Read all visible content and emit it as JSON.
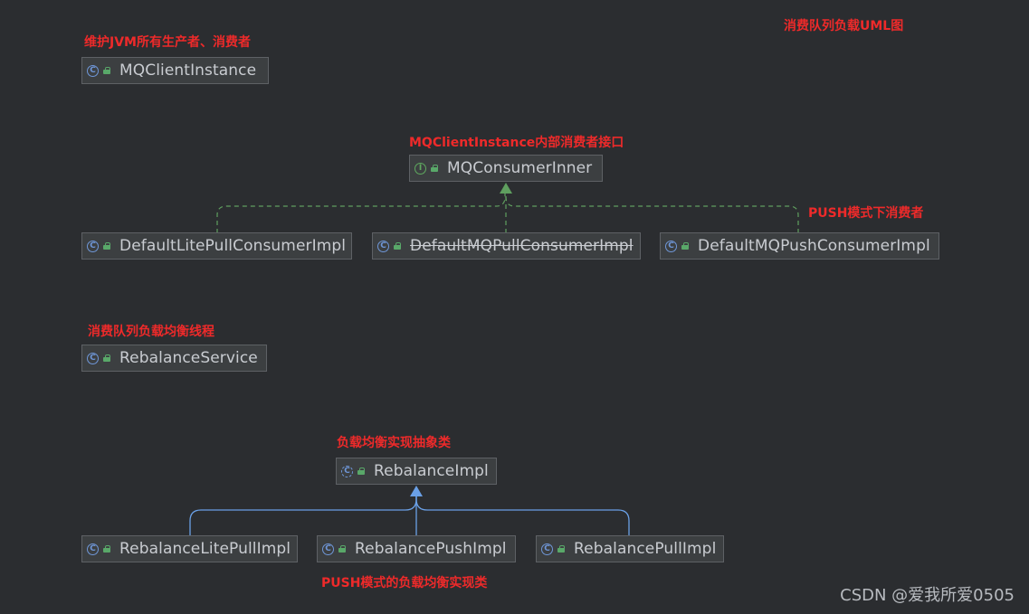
{
  "diagram": {
    "title_note": "消费队列负载UML图",
    "nodes": {
      "mqclientinstance": {
        "label": "MQClientInstance",
        "kind": "class",
        "badge": "C"
      },
      "mqconsumerinner": {
        "label": "MQConsumerInner",
        "kind": "interface",
        "badge": "I"
      },
      "defaultlitepullconsumerimpl": {
        "label": "DefaultLitePullConsumerImpl",
        "kind": "class",
        "badge": "C"
      },
      "defaultmqpullconsumerimpl": {
        "label": "DefaultMQPullConsumerImpl",
        "kind": "class",
        "badge": "C",
        "deprecated": true
      },
      "defaultmqpushconsumerimpl": {
        "label": "DefaultMQPushConsumerImpl",
        "kind": "class",
        "badge": "C"
      },
      "rebalanceservice": {
        "label": "RebalanceService",
        "kind": "class",
        "badge": "C"
      },
      "rebalanceimpl": {
        "label": "RebalanceImpl",
        "kind": "abstract-class",
        "badge": "C"
      },
      "rebalancelitepullimpl": {
        "label": "RebalanceLitePullImpl",
        "kind": "class",
        "badge": "C"
      },
      "rebalancepushimpl": {
        "label": "RebalancePushImpl",
        "kind": "class",
        "badge": "C"
      },
      "rebalancepullimpl": {
        "label": "RebalancePullImpl",
        "kind": "class",
        "badge": "C"
      }
    },
    "notes": {
      "mqclientinstance": "维护JVM所有生产者、消费者",
      "mqconsumerinner": "MQClientInstance内部消费者接口",
      "push_consumer": "PUSH模式下消费者",
      "rebalanceservice": "消费队列负载均衡线程",
      "rebalanceimpl": "负载均衡实现抽象类",
      "rebalancepushimpl": "PUSH模式的负载均衡实现类"
    },
    "edges": [
      {
        "from": "DefaultLitePullConsumerImpl",
        "to": "MQConsumerInner",
        "type": "implements"
      },
      {
        "from": "DefaultMQPullConsumerImpl",
        "to": "MQConsumerInner",
        "type": "implements"
      },
      {
        "from": "DefaultMQPushConsumerImpl",
        "to": "MQConsumerInner",
        "type": "implements"
      },
      {
        "from": "RebalanceLitePullImpl",
        "to": "RebalanceImpl",
        "type": "extends"
      },
      {
        "from": "RebalancePushImpl",
        "to": "RebalanceImpl",
        "type": "extends"
      },
      {
        "from": "RebalancePullImpl",
        "to": "RebalanceImpl",
        "type": "extends"
      }
    ],
    "colors": {
      "background": "#2b2d30",
      "note": "#ee2a2a",
      "implements_edge": "#5f9f5f",
      "extends_edge": "#6aa0e6",
      "class_badge": "#6f97d8",
      "interface_badge": "#5faa5f"
    }
  },
  "watermark": "CSDN @爱我所爱0505"
}
